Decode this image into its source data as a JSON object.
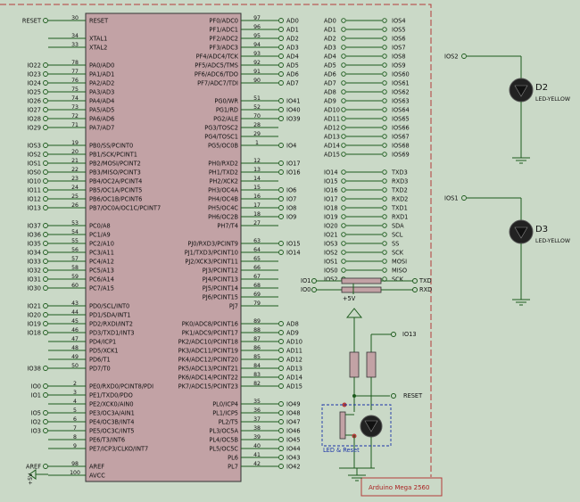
{
  "chip": {
    "pin_rows": [
      [
        "RESET",
        "30",
        "RESET",
        "PF0/ADC0",
        "97",
        "AD0",
        "AD0",
        "IOS4"
      ],
      [
        "",
        "",
        "",
        "PF1/ADC1",
        "96",
        "AD1",
        "AD1",
        "IOS5"
      ],
      [
        "",
        "34",
        "XTAL1",
        "PF2/ADC2",
        "95",
        "AD2",
        "AD2",
        "IOS6"
      ],
      [
        "",
        "33",
        "XTAL2",
        "PF3/ADC3",
        "94",
        "AD3",
        "AD3",
        "IOS7"
      ],
      [
        "",
        "",
        "",
        "PF4/ADC4/TCK",
        "93",
        "AD4",
        "AD4",
        "IOS8"
      ],
      [
        "IO22",
        "78",
        "PA0/AD0",
        "PF5/ADC5/TMS",
        "92",
        "AD5",
        "AD5",
        "IOS9"
      ],
      [
        "IO23",
        "77",
        "PA1/AD1",
        "PF6/ADC6/TDO",
        "91",
        "AD6",
        "AD6",
        "IOS60"
      ],
      [
        "IO24",
        "76",
        "PA2/AD2",
        "PF7/ADC7/TDI",
        "90",
        "AD7",
        "AD7",
        "IOS61"
      ],
      [
        "IO25",
        "75",
        "PA3/AD3",
        "",
        "",
        "",
        "AD8",
        "IOS62"
      ],
      [
        "IO26",
        "74",
        "PA4/AD4",
        "PG0/WR",
        "51",
        "IO41",
        "AD9",
        "IOS63"
      ],
      [
        "IO27",
        "73",
        "PA5/AD5",
        "PG1/RD",
        "52",
        "IO40",
        "AD10",
        "IOS64"
      ],
      [
        "IO28",
        "72",
        "PA6/AD6",
        "PG2/ALE",
        "70",
        "IO39",
        "AD11",
        "IOS65"
      ],
      [
        "IO29",
        "71",
        "PA7/AD7",
        "PG3/TOSC2",
        "28",
        "",
        "AD12",
        "IOS66"
      ],
      [
        "",
        "",
        "",
        "PG4/TOSC1",
        "29",
        "",
        "AD13",
        "IOS67"
      ],
      [
        "IOS3",
        "19",
        "PB0/SS/PCINT0",
        "PG5/OC0B",
        "1",
        "IO4",
        "AD14",
        "IOS68"
      ],
      [
        "IOS2",
        "20",
        "PB1/SCK/PCINT1",
        "",
        "",
        "",
        "AD15",
        "IOS69"
      ],
      [
        "IOS1",
        "21",
        "PB2/MOSI/PCINT2",
        "PH0/RXD2",
        "12",
        "IO17",
        "",
        ""
      ],
      [
        "IOS0",
        "22",
        "PB3/MISO/PCINT3",
        "PH1/TXD2",
        "13",
        "IO16",
        "IO14",
        "TXD3"
      ],
      [
        "IO10",
        "23",
        "PB4/OC2A/PCINT4",
        "PH2/XCK2",
        "14",
        "",
        "IO15",
        "RXD3"
      ],
      [
        "IO11",
        "24",
        "PB5/OC1A/PCINT5",
        "PH3/OC4A",
        "15",
        "IO6",
        "IO16",
        "TXD2"
      ],
      [
        "IO12",
        "25",
        "PB6/OC1B/PCINT6",
        "PH4/OC4B",
        "16",
        "IO7",
        "IO17",
        "RXD2"
      ],
      [
        "IO13",
        "26",
        "PB7/OC0A/OC1C/PCINT7",
        "PH5/OC4C",
        "17",
        "IO8",
        "IO18",
        "TXD1"
      ],
      [
        "",
        "",
        "",
        "PH6/OC2B",
        "18",
        "IO9",
        "IO19",
        "RXD1"
      ],
      [
        "IO37",
        "53",
        "PC0/A8",
        "PH7/T4",
        "27",
        "",
        "IO20",
        "SDA"
      ],
      [
        "IO36",
        "54",
        "PC1/A9",
        "",
        "",
        "",
        "IO21",
        "SCL"
      ],
      [
        "IO35",
        "55",
        "PC2/A10",
        "PJ0/RXD3/PCINT9",
        "63",
        "IO15",
        "IOS3",
        "SS"
      ],
      [
        "IO34",
        "56",
        "PC3/A11",
        "PJ1/TXD3/PCINT10",
        "64",
        "IO14",
        "IOS2",
        "SCK"
      ],
      [
        "IO33",
        "57",
        "PC4/A12",
        "PJ2/XCK3/PCINT11",
        "65",
        "",
        "IOS1",
        "MOSI"
      ],
      [
        "IO32",
        "58",
        "PC5/A13",
        "PJ3/PCINT12",
        "66",
        "",
        "IOS0",
        "MISO"
      ],
      [
        "IO31",
        "59",
        "PC6/A14",
        "PJ4/PCINT13",
        "67",
        "",
        "IOS2",
        "SCK"
      ],
      [
        "IO30",
        "60",
        "PC7/A15",
        "PJ5/PCINT14",
        "68",
        "",
        "",
        ""
      ],
      [
        "",
        "",
        "",
        "PJ6/PCINT15",
        "69",
        "",
        "",
        ""
      ],
      [
        "IO21",
        "43",
        "PD0/SCL/INT0",
        "PJ7",
        "79",
        "",
        "",
        ""
      ],
      [
        "IO20",
        "44",
        "PD1/SDA/INT1",
        "",
        "",
        "",
        "",
        ""
      ],
      [
        "IO19",
        "45",
        "PD2/RXDI/INT2",
        "PK0/ADC8/PCINT16",
        "89",
        "AD8",
        "",
        ""
      ],
      [
        "IO18",
        "46",
        "PD3/TXD1/INT3",
        "PK1/ADC9/PCINT17",
        "88",
        "AD9",
        "",
        ""
      ],
      [
        "",
        "47",
        "PD4/ICP1",
        "PK2/ADC10/PCINT18",
        "87",
        "AD10",
        "",
        ""
      ],
      [
        "",
        "48",
        "PD5/XCK1",
        "PK3/ADC11/PCINT19",
        "86",
        "AD11",
        "",
        ""
      ],
      [
        "",
        "49",
        "PD6/T1",
        "PK4/ADC12/PCINT20",
        "85",
        "AD12",
        "",
        ""
      ],
      [
        "IO38",
        "50",
        "PD7/T0",
        "PK5/ADC13/PCINT21",
        "84",
        "AD13",
        "",
        ""
      ],
      [
        "",
        "",
        "",
        "PK6/ADC14/PCINT22",
        "83",
        "AD14",
        "",
        ""
      ],
      [
        "IO0",
        "2",
        "PE0/RXD0/PCINT8/PDI",
        "PK7/ADC15/PCINT23",
        "82",
        "AD15",
        "",
        ""
      ],
      [
        "IO1",
        "3",
        "PE1/TXD0/PDO",
        "",
        "",
        "",
        "",
        ""
      ],
      [
        "",
        "4",
        "PE2/XCK0/AIN0",
        "PL0/ICP4",
        "35",
        "IO49",
        "",
        ""
      ],
      [
        "IO5",
        "5",
        "PE3/OC3A/AIN1",
        "PL1/ICP5",
        "36",
        "IO48",
        "",
        ""
      ],
      [
        "IO2",
        "6",
        "PE4/OC3B/INT4",
        "PL2/T5",
        "37",
        "IO47",
        "",
        ""
      ],
      [
        "IO3",
        "7",
        "PE5/OC3C/INT5",
        "PL3/OC5A",
        "38",
        "IO46",
        "",
        ""
      ],
      [
        "",
        "8",
        "PE6/T3/INT6",
        "PL4/OC5B",
        "39",
        "IO45",
        "",
        ""
      ],
      [
        "",
        "9",
        "PE7/ICP3/CLKO/INT7",
        "PL5/OC5C",
        "40",
        "IO44",
        "",
        ""
      ],
      [
        "",
        "",
        "",
        "PL6",
        "41",
        "IO43",
        "",
        ""
      ],
      [
        "AREF",
        "98",
        "AREF",
        "PL7",
        "42",
        "IO42",
        "",
        ""
      ],
      [
        "",
        "100",
        "AVCC",
        "",
        "",
        "",
        "",
        ""
      ]
    ]
  },
  "right_panel": {
    "rx_tx_labels": {
      "io1": "IO1",
      "io0": "IO0",
      "txd": "TXD",
      "rxd": "RXD",
      "vcc": "+5V"
    },
    "reset_net": {
      "io13": "IO13",
      "reset": "RESET"
    },
    "led_reset_label": "LED & Reset",
    "board_title": "Arduino Mega 2560",
    "avcc_label": "+5V"
  },
  "leds": [
    {
      "net": "IOS2",
      "ref": "D2",
      "part": "LED-YELLOW"
    },
    {
      "net": "IOS1",
      "ref": "D3",
      "part": "LED-YELLOW"
    }
  ],
  "colors": {
    "background": "#cad9c7",
    "wire": "#1c5a1c",
    "chip_fill": "#c2a2a5",
    "border": "#b43a3a",
    "led": "#222222"
  }
}
